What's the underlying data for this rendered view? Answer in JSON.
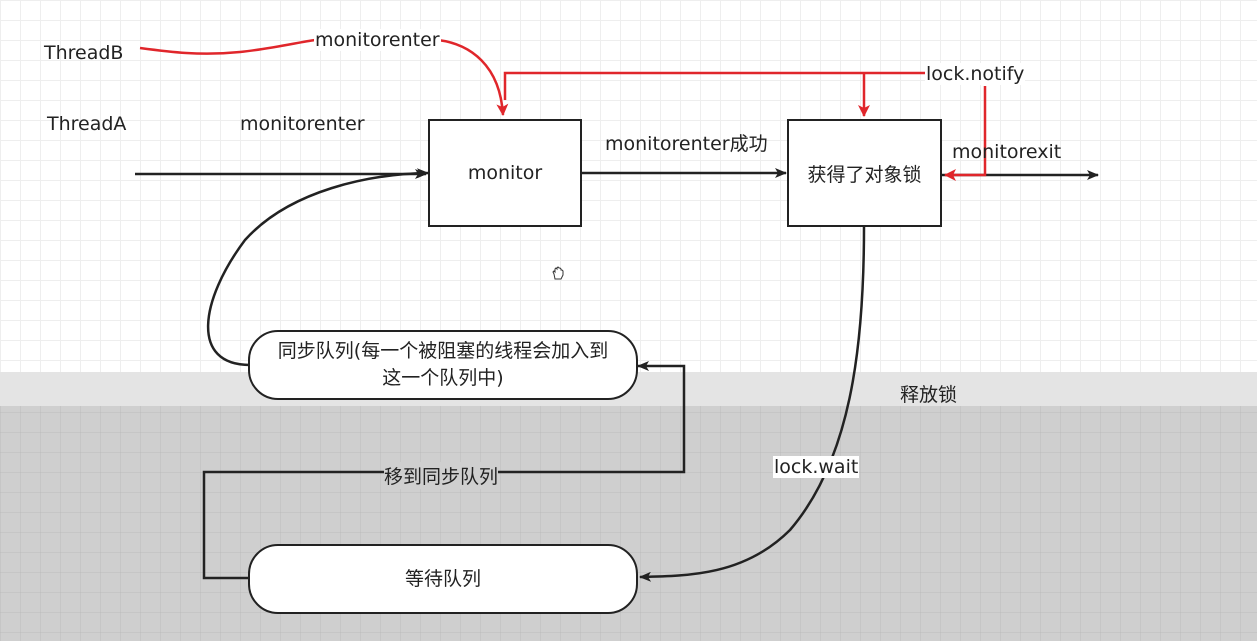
{
  "labels": {
    "thread_b": "ThreadB",
    "thread_a": "ThreadA",
    "monitorenter_b": "monitorenter",
    "monitorenter_a": "monitorenter",
    "monitorenter_success": "monitorenter成功",
    "lock_notify": "lock.notify",
    "monitorexit": "monitorexit",
    "release_lock": "释放锁",
    "lock_wait": "lock.wait",
    "move_to_sync_queue": "移到同步队列"
  },
  "nodes": {
    "monitor": "monitor",
    "acquired_lock": "获得了对象锁",
    "sync_queue_line1": "同步队列(每一个被阻塞的线程会加入到",
    "sync_queue_line2": "这一个队列中)",
    "wait_queue": "等待队列"
  },
  "colors": {
    "red": "#e0262b",
    "black": "#222222",
    "gray_band": "#cfcfcf"
  },
  "icons": {
    "cursor": "hand-cursor-icon"
  }
}
